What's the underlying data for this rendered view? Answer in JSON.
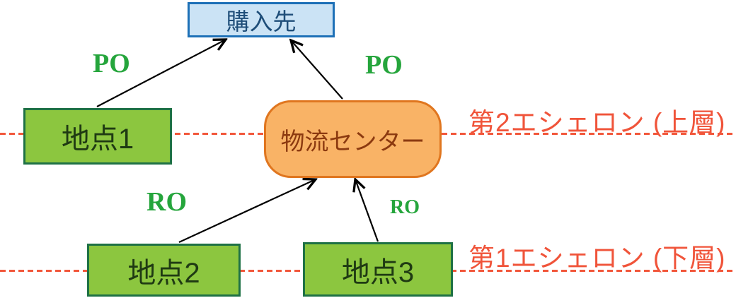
{
  "diagram": {
    "nodes": {
      "supplier": {
        "label": "購入先",
        "shape": "rectangle",
        "fill": "#CBE3F5",
        "border": "#1D70B7",
        "text_color": "#1F4E79"
      },
      "site1": {
        "label": "地点1",
        "shape": "rectangle",
        "fill": "#8CC63F",
        "border": "#1E7145",
        "text_color": "#1F3A13"
      },
      "dc": {
        "label": "物流センター",
        "shape": "rounded-rectangle",
        "fill": "#F9B366",
        "border": "#E0761F",
        "text_color": "#8C3A10"
      },
      "site2": {
        "label": "地点2",
        "shape": "rectangle",
        "fill": "#8CC63F",
        "border": "#1E7145",
        "text_color": "#1F3A13"
      },
      "site3": {
        "label": "地点3",
        "shape": "rectangle",
        "fill": "#8CC63F",
        "border": "#1E7145",
        "text_color": "#1F3A13"
      }
    },
    "edges": [
      {
        "label": "PO",
        "from": "地点1",
        "to": "購入先"
      },
      {
        "label": "PO",
        "from": "物流センター",
        "to": "購入先"
      },
      {
        "label": "RO",
        "from": "地点2",
        "to": "物流センター"
      },
      {
        "label": "RO",
        "from": "地点3",
        "to": "物流センター"
      }
    ],
    "echelons": [
      {
        "label": "第2エシェロン (上層)",
        "level": "upper"
      },
      {
        "label": "第1エシェロン (下層)",
        "level": "lower"
      }
    ],
    "colors": {
      "edge_label_green": "#25A53C",
      "echelon_line_red": "#F2573B",
      "arrow_black": "#000000"
    }
  }
}
